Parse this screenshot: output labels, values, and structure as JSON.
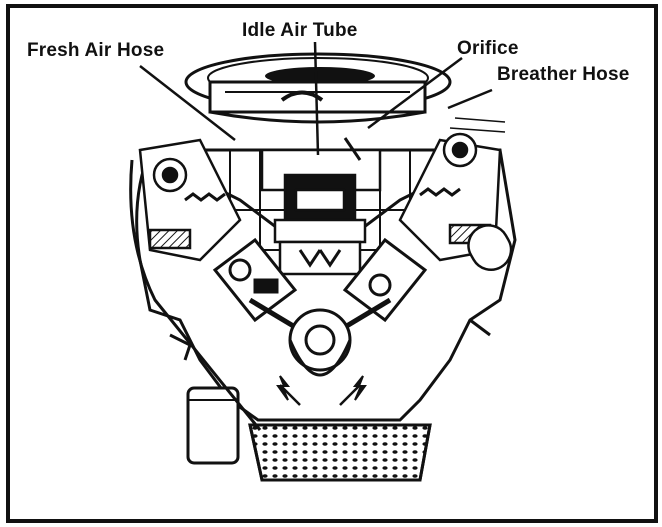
{
  "labels": {
    "idle_air_tube": "Idle Air Tube",
    "fresh_air_hose": "Fresh Air Hose",
    "orifice": "Orifice",
    "breather_hose": "Breather Hose"
  },
  "colors": {
    "ink": "#111111",
    "paper": "#ffffff"
  }
}
